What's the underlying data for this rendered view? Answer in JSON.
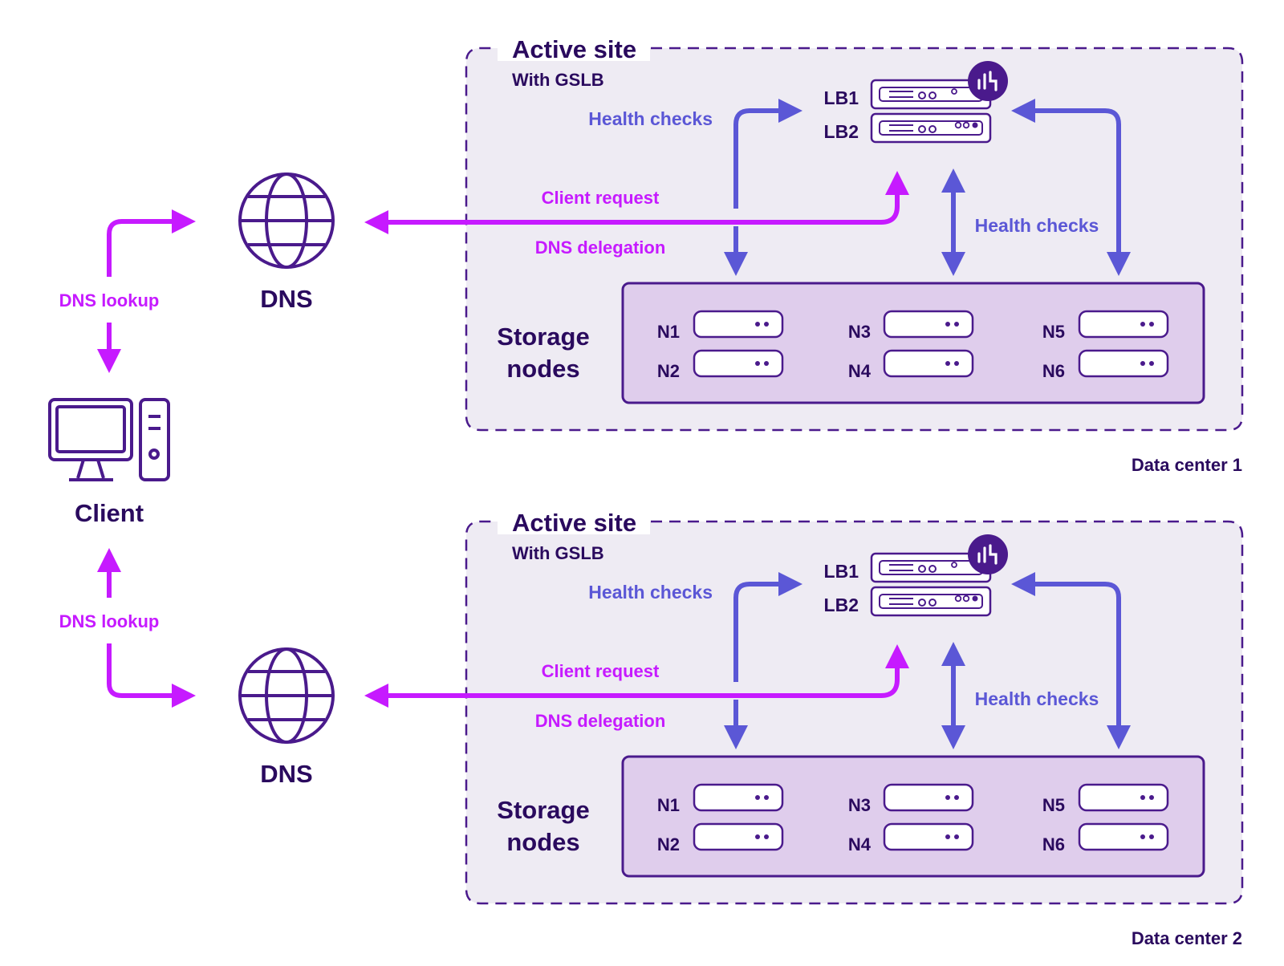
{
  "colors": {
    "dark_purple": "#2a0a5e",
    "icon_purple": "#4a1a8c",
    "blue_arrow": "#5b57d6",
    "magenta_arrow": "#c61aff",
    "site_fill": "#eeebf3",
    "storage_fill": "#dfcdec"
  },
  "client": {
    "label": "Client",
    "icon": "desktop-computer-icon"
  },
  "dns_top": {
    "label": "DNS",
    "icon": "globe-icon"
  },
  "dns_bottom": {
    "label": "DNS",
    "icon": "globe-icon"
  },
  "lookup_top": "DNS lookup",
  "lookup_bottom": "DNS lookup",
  "sites": [
    {
      "title": "Active site",
      "subtitle": "With GSLB",
      "datacenter": "Data center 1",
      "lb1": "LB1",
      "lb2": "LB2",
      "gslb_icon": "gslb-badge-icon",
      "health_left": "Health checks",
      "health_right": "Health checks",
      "client_request": "Client request",
      "dns_delegation": "DNS delegation",
      "storage_label_1": "Storage",
      "storage_label_2": "nodes",
      "nodes": [
        "N1",
        "N2",
        "N3",
        "N4",
        "N5",
        "N6"
      ]
    },
    {
      "title": "Active site",
      "subtitle": "With GSLB",
      "datacenter": "Data center 2",
      "lb1": "LB1",
      "lb2": "LB2",
      "gslb_icon": "gslb-badge-icon",
      "health_left": "Health checks",
      "health_right": "Health checks",
      "client_request": "Client request",
      "dns_delegation": "DNS delegation",
      "storage_label_1": "Storage",
      "storage_label_2": "nodes",
      "nodes": [
        "N1",
        "N2",
        "N3",
        "N4",
        "N5",
        "N6"
      ]
    }
  ]
}
